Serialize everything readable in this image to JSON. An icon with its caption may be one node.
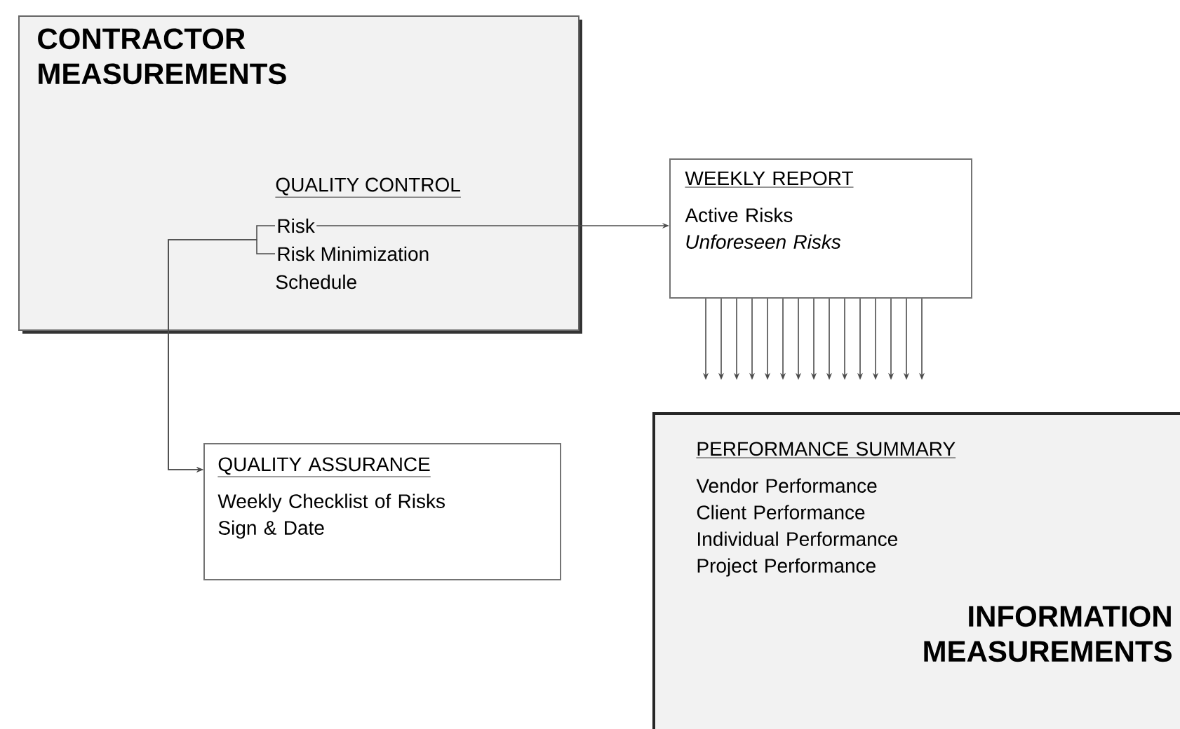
{
  "diagram": {
    "nodes": [
      {
        "text": [
          "CONTRACTOR MEASUREMENTS"
        ]
      },
      {
        "text": [
          "Risk"
        ],
        "in": 0
      },
      {
        "text": [
          "Risk Minimization"
        ],
        "in": 0
      },
      {
        "text": [
          "WEEKLY REPORT",
          "Active Risks",
          "Unforeseen Risks"
        ]
      },
      {
        "text": [
          "QUALITY ASSURANCE",
          "Weekly Checklist of Risks",
          "Sign & Date"
        ]
      },
      {
        "text": [
          "PERFORMANCE SUMMARY",
          "Vendor Performance",
          "Client Performance",
          "Individual Performance",
          "Project Performance",
          "INFORMATION MEASUREMENTS"
        ]
      }
    ],
    "edges": [
      {
        "from": 1,
        "to": 3,
        "arrow": "to"
      },
      {
        "from": 1,
        "to": 4,
        "arrow": "to"
      },
      {
        "from": 2,
        "to": 4,
        "arrow": "to"
      },
      {
        "from": 3,
        "to": null,
        "arrow": "to"
      },
      {
        "from": 3,
        "to": null,
        "arrow": "to"
      },
      {
        "from": 3,
        "to": null,
        "arrow": "to"
      },
      {
        "from": 3,
        "to": null,
        "arrow": "to"
      },
      {
        "from": 3,
        "to": null,
        "arrow": "to"
      },
      {
        "from": 3,
        "to": null,
        "arrow": "to"
      },
      {
        "from": 3,
        "to": null,
        "arrow": "to"
      },
      {
        "from": 3,
        "to": null,
        "arrow": "to"
      },
      {
        "from": 3,
        "to": null,
        "arrow": "to"
      },
      {
        "from": 3,
        "to": null,
        "arrow": "to"
      },
      {
        "from": 3,
        "to": null,
        "arrow": "to"
      },
      {
        "from": 3,
        "to": null,
        "arrow": "to"
      },
      {
        "from": 3,
        "to": null,
        "arrow": "to"
      },
      {
        "from": 3,
        "to": null,
        "arrow": "to"
      },
      {
        "from": 3,
        "to": null,
        "arrow": "to"
      }
    ],
    "labels": [
      "QUALITY CONTROL",
      "Schedule"
    ]
  }
}
